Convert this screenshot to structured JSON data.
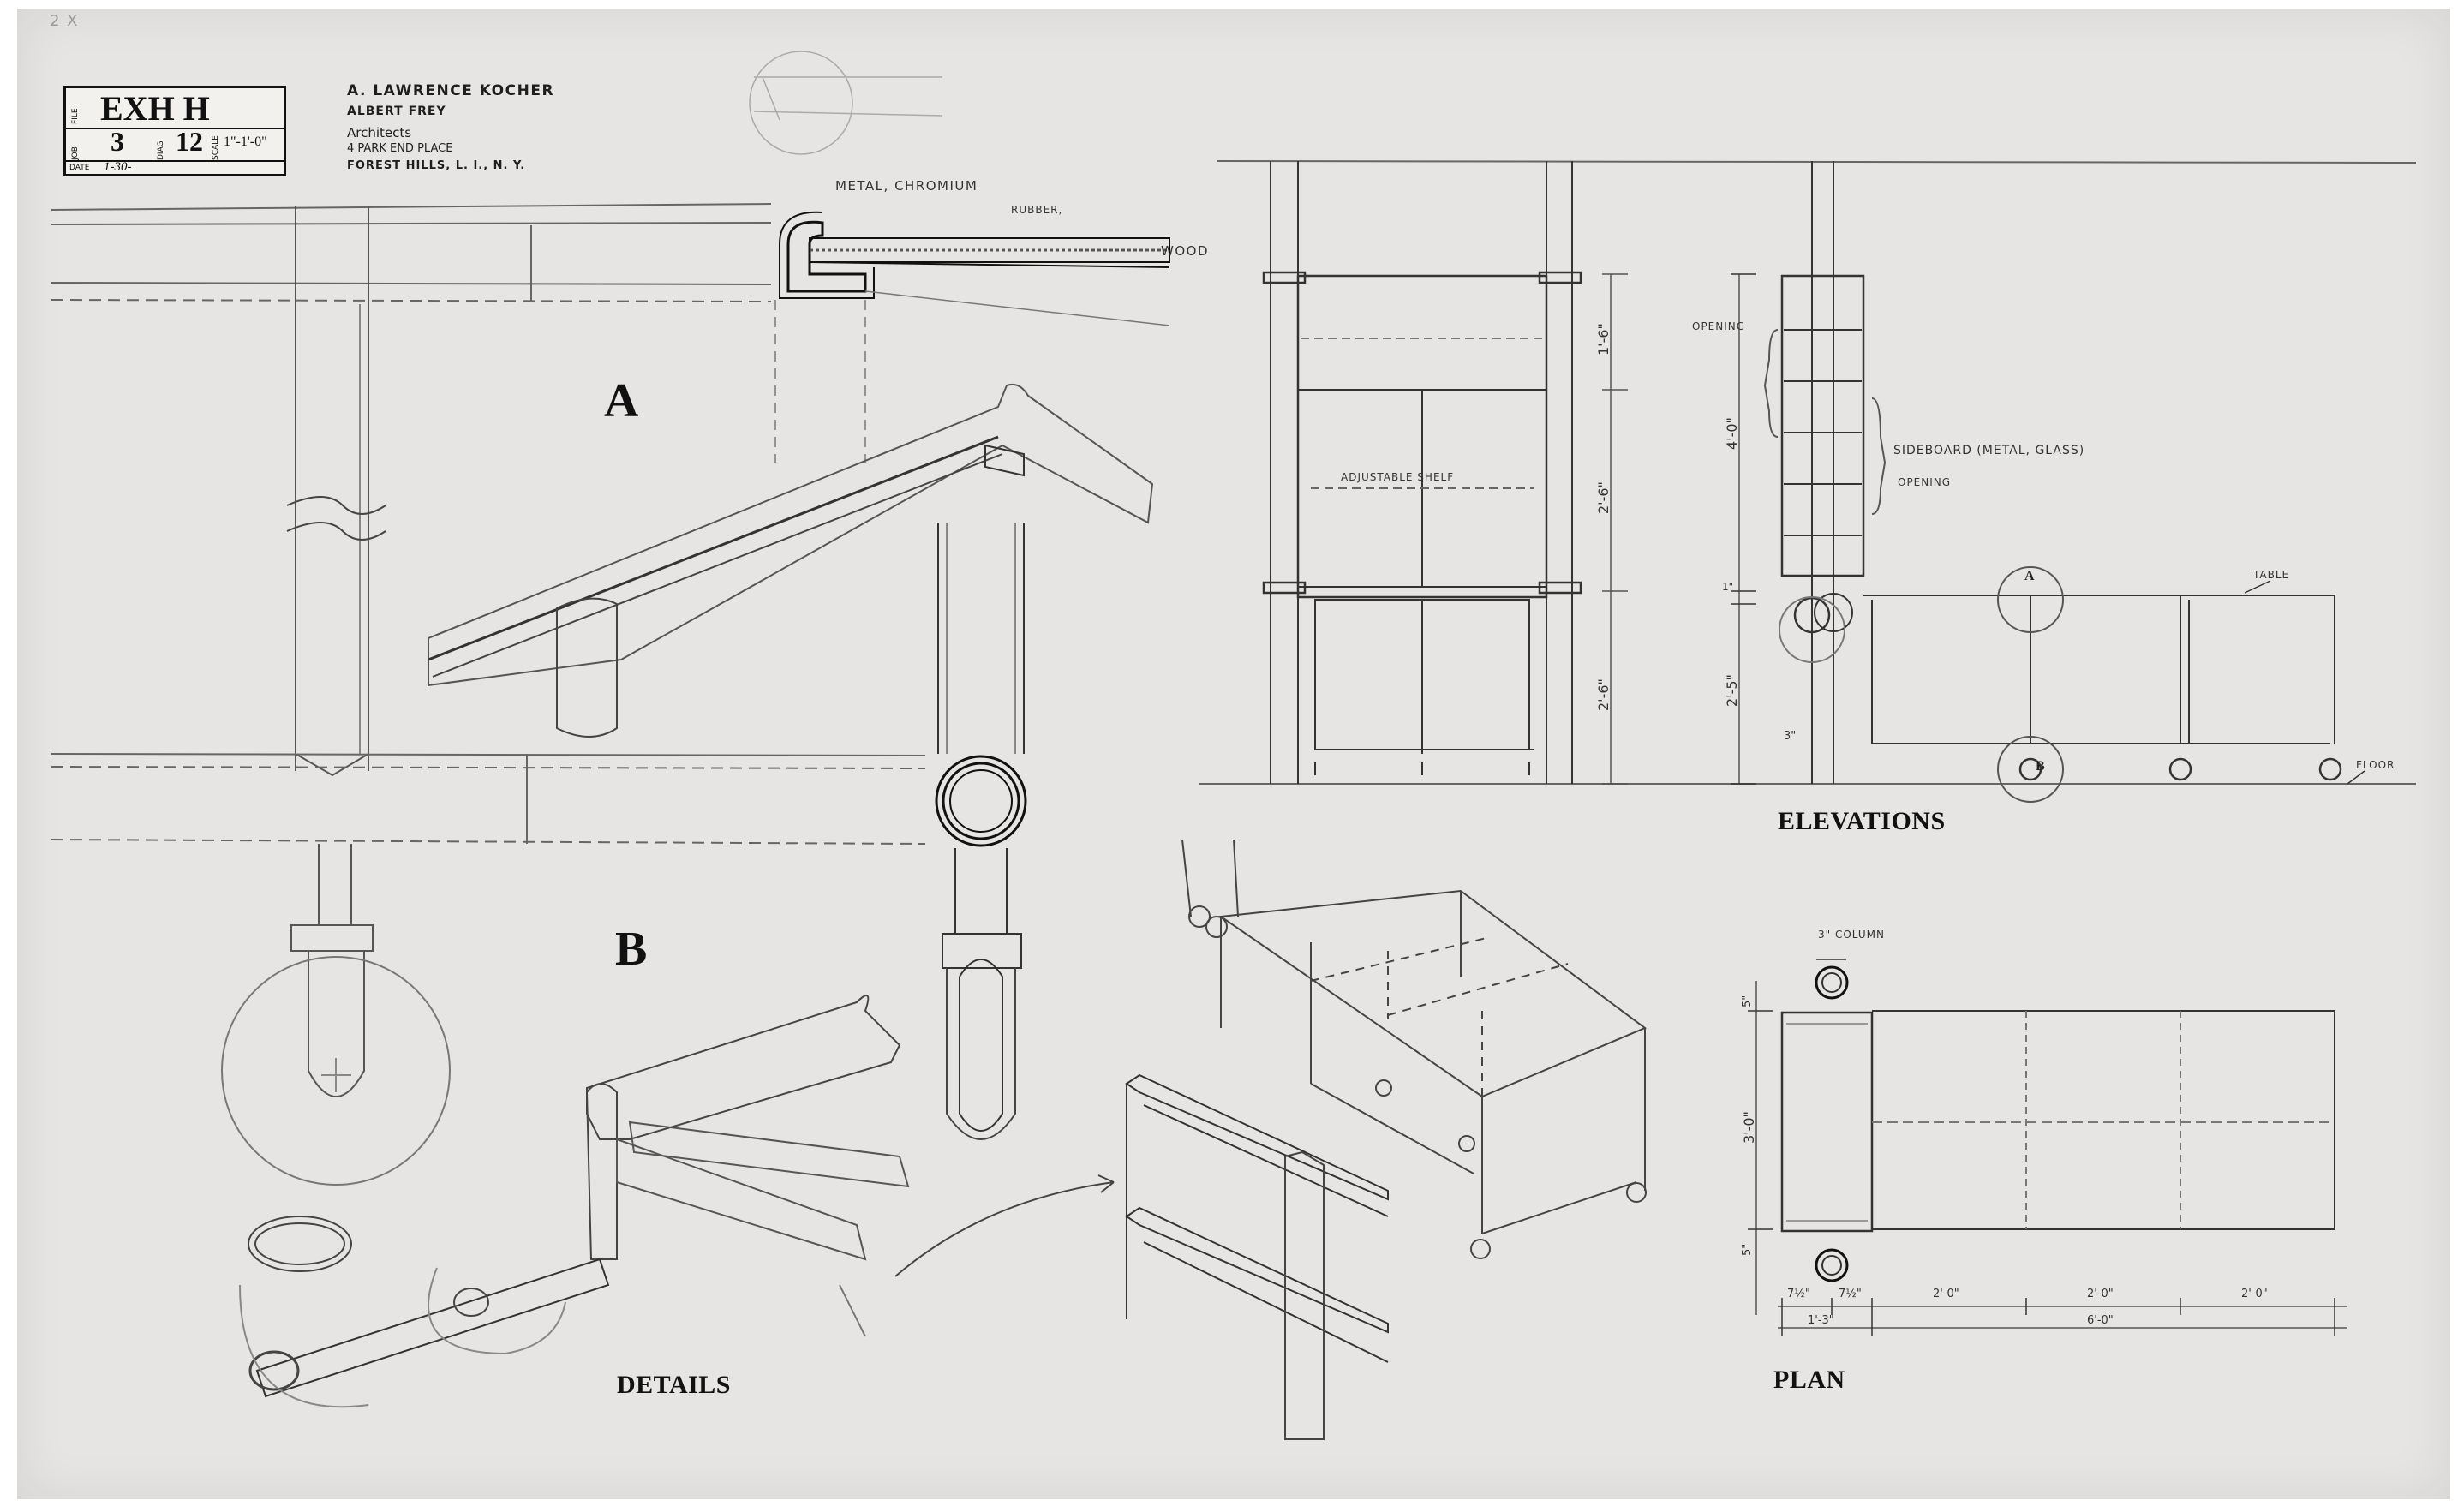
{
  "title_block": {
    "file_label": "FILE",
    "exhibit": "EXH H",
    "job_label": "JOB",
    "job": "3",
    "diag_label": "DIAG",
    "diagram": "12",
    "scale_label": "SCALE",
    "scale": "1\"-1'-0\"",
    "date_label": "DATE",
    "date": "1-30-"
  },
  "corner_mark": "2 X",
  "firm": {
    "line1": "A. LAWRENCE KOCHER",
    "line2": "ALBERT FREY",
    "line3": "Architects",
    "line4": "4 PARK END PLACE",
    "line5": "FOREST HILLS, L. I., N. Y."
  },
  "details": {
    "title": "DETAILS",
    "section_a": "A",
    "section_b": "B",
    "notes": {
      "metal": "METAL, CHROMIUM",
      "rubber": "RUBBER,",
      "wood": "WOOD"
    }
  },
  "elevations": {
    "title": "ELEVATIONS",
    "shelf_note": "ADJUSTABLE SHELF",
    "opening_1": "OPENING",
    "sideboard": "SIDEBOARD (METAL, GLASS)",
    "opening_2": "OPENING",
    "table": "TABLE",
    "floor": "FLOOR",
    "marker_a": "A",
    "marker_b": "B",
    "dims": {
      "d1": "1'-6\"",
      "d2": "2'-6\"",
      "d3": "2'-6\"",
      "d4": "4'-0\"",
      "d5": "2'-5\"",
      "d6": "1\"",
      "d7": "3\""
    }
  },
  "plan": {
    "title": "PLAN",
    "column": "3\" COLUMN",
    "dims": {
      "top": "5\"",
      "mid": "3'-0\"",
      "bottom": "5\"",
      "w1": "7½\"",
      "w2": "7½\"",
      "w3": "2'-0\"",
      "w4": "2'-0\"",
      "w5": "2'-0\"",
      "total_left": "1'-3\"",
      "total": "6'-0\""
    }
  }
}
